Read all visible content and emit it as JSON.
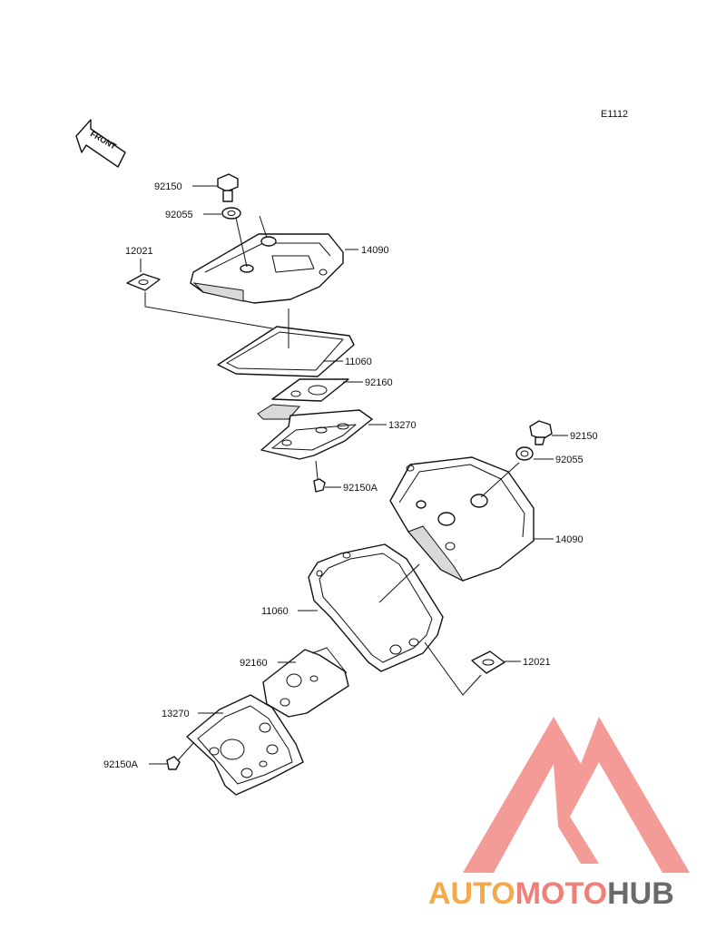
{
  "diagram": {
    "code": "E1112",
    "front_label": "FRONT",
    "upper_assembly": {
      "bolt": "92150",
      "washer": "92055",
      "cover": "14090",
      "grommet": "12021",
      "gasket": "11060",
      "plate_gasket": "92160",
      "plate": "13270",
      "plate_bolt": "92150A"
    },
    "lower_assembly": {
      "bolt": "92150",
      "washer": "92055",
      "cover": "14090",
      "gasket": "11060",
      "grommet": "12021",
      "plate_gasket": "92160",
      "plate": "13270",
      "plate_bolt": "92150A"
    }
  },
  "watermark": {
    "part1": "AUTO",
    "part2": "MOTO",
    "part3": "HUB",
    "colors": {
      "part1": "#f5a94a",
      "part2": "#ef7f7a",
      "part3": "#6a6a6a",
      "logo": "#f28a85"
    }
  }
}
